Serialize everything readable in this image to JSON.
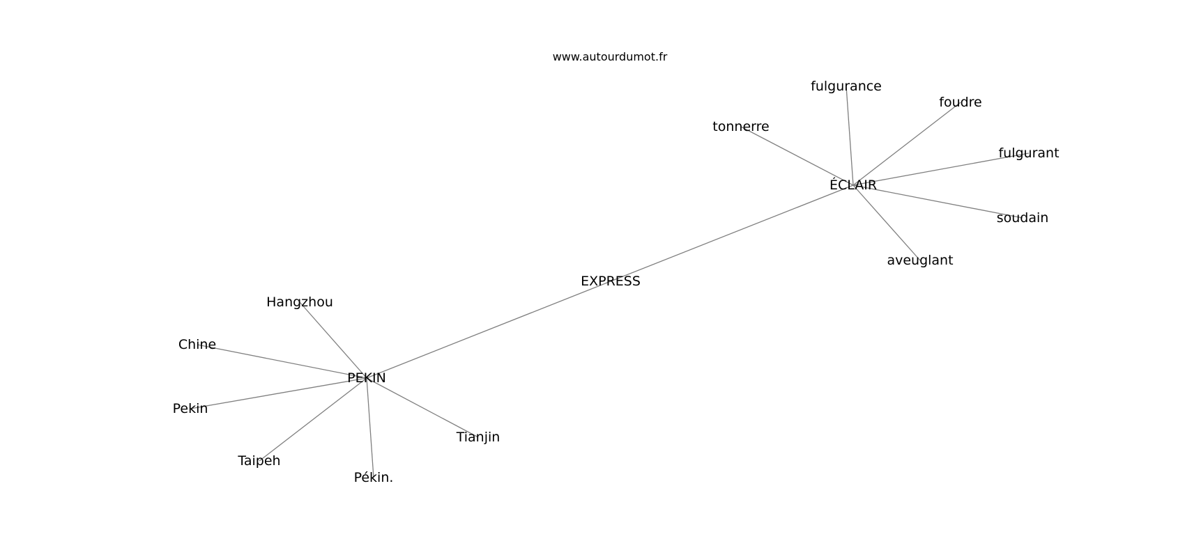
{
  "source": "www.autourdumot.fr",
  "colors": {
    "edge": "#7f7f7f",
    "text": "#000000",
    "background": "#ffffff"
  },
  "graph": {
    "nodes": [
      {
        "id": "express",
        "label": "EXPRESS"
      },
      {
        "id": "eclair",
        "label": "ÉCLAIR"
      },
      {
        "id": "pekin_hub",
        "label": "PEKIN"
      },
      {
        "id": "fulgurance",
        "label": "fulgurance"
      },
      {
        "id": "foudre",
        "label": "foudre"
      },
      {
        "id": "tonnerre",
        "label": "tonnerre"
      },
      {
        "id": "fulgurant",
        "label": "fulgurant"
      },
      {
        "id": "soudain",
        "label": "soudain"
      },
      {
        "id": "aveuglant",
        "label": "aveuglant"
      },
      {
        "id": "hangzhou",
        "label": "Hangzhou"
      },
      {
        "id": "chine",
        "label": "Chine"
      },
      {
        "id": "pekin",
        "label": "Pekin"
      },
      {
        "id": "taipeh",
        "label": "Taipeh"
      },
      {
        "id": "pekin_dot",
        "label": "Pékin."
      },
      {
        "id": "tianjin",
        "label": "Tianjin"
      }
    ],
    "edges": [
      [
        "express",
        "eclair"
      ],
      [
        "express",
        "pekin_hub"
      ],
      [
        "eclair",
        "fulgurance"
      ],
      [
        "eclair",
        "foudre"
      ],
      [
        "eclair",
        "tonnerre"
      ],
      [
        "eclair",
        "fulgurant"
      ],
      [
        "eclair",
        "soudain"
      ],
      [
        "eclair",
        "aveuglant"
      ],
      [
        "pekin_hub",
        "hangzhou"
      ],
      [
        "pekin_hub",
        "chine"
      ],
      [
        "pekin_hub",
        "pekin"
      ],
      [
        "pekin_hub",
        "taipeh"
      ],
      [
        "pekin_hub",
        "pekin_dot"
      ],
      [
        "pekin_hub",
        "tianjin"
      ]
    ]
  }
}
